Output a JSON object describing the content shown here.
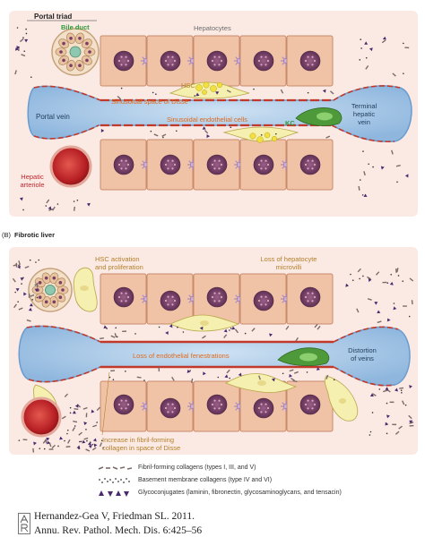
{
  "panel_a": {
    "labels": {
      "portal_triad": "Portal triad",
      "bile_duct": "Bile duct",
      "hepatocytes": "Hepatocytes",
      "hsc": "HSC",
      "space_of_disse": "Sinusoidal space of Disse",
      "endothelial_cells": "Sinusoidal endothelial cells",
      "portal_vein": "Portal vein",
      "kc": "KC",
      "terminal_hepatic_vein_1": "Terminal",
      "terminal_hepatic_vein_2": "hepatic",
      "terminal_hepatic_vein_3": "vein",
      "hepatic_arteriole_1": "Hepatic",
      "hepatic_arteriole_2": "arteriole"
    }
  },
  "panel_b": {
    "tag": "(B)",
    "title": "Fibrotic liver",
    "labels": {
      "hsc_activation_1": "HSC activation",
      "hsc_activation_2": "and proliferation",
      "loss_microvilli_1": "Loss of hepatocyte",
      "loss_microvilli_2": "microvilli",
      "loss_fenestrations": "Loss of endothelial fenestrations",
      "distortion_1": "Distortion",
      "distortion_2": "of veins",
      "increase_collagen_1": "Increase in fibril-forming",
      "increase_collagen_2": "collagen in space of Disse"
    }
  },
  "legend": [
    {
      "label": "Fibril-forming collagens (types I, III, and V)",
      "symbol": "dashes"
    },
    {
      "label": "Basement membrane collagens (type IV and VI)",
      "symbol": "dots"
    },
    {
      "label": "Glycoconjugates (laminin, fibronectin, glycosaminoglycans, and tensacin)",
      "symbol": "triangles"
    }
  ],
  "citation": {
    "line1": "Hernandez-Gea V, Friedman SL. 2011.",
    "line2": "Annu. Rev. Pathol. Mech. Dis. 6:425–56"
  },
  "colors": {
    "hepatocyte": "#f1c3a6",
    "hepatocyte_border": "#c98a6b",
    "nucleus": "#6e3a60",
    "nucleus_inner": "#9a5e85",
    "sinusoid": "#a9c9e8",
    "sinusoid_border": "#6a9ccf",
    "endothelial": "#c0392b",
    "hsc": "#f5efb0",
    "lipid": "#f2e041",
    "kc": "#4e9a3a",
    "kc_light": "#8ccf6e",
    "artery": "#c0272d",
    "label_orange": "#e06a1c",
    "label_green": "#2e9a3a",
    "label_brown": "#b3812b",
    "label_gray": "#6d6d6d",
    "collagen": "#7a6b6a",
    "glyco": "#4a2a6e"
  }
}
